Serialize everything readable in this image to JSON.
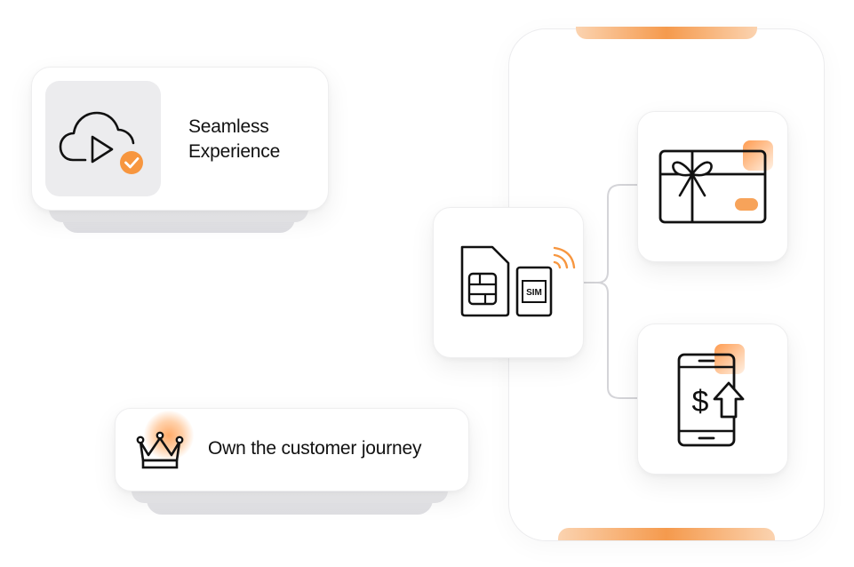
{
  "seamless_card": {
    "title_line1": "Seamless",
    "title_line2": "Experience",
    "icon": "cloud-play-check-icon"
  },
  "journey_card": {
    "title": "Own the customer journey",
    "icon": "crown-icon"
  },
  "sim_card": {
    "sim_label": "SIM",
    "icons": [
      "sim-card-icon",
      "esim-signal-icon"
    ]
  },
  "gift_card": {
    "icon": "gift-card-icon"
  },
  "topup_card": {
    "icon": "phone-dollar-upload-icon"
  },
  "colors": {
    "accent": "#F7963F",
    "accent_light": "#FFD3AE",
    "icon_bg": "#ECECEE",
    "stroke": "#111111"
  }
}
